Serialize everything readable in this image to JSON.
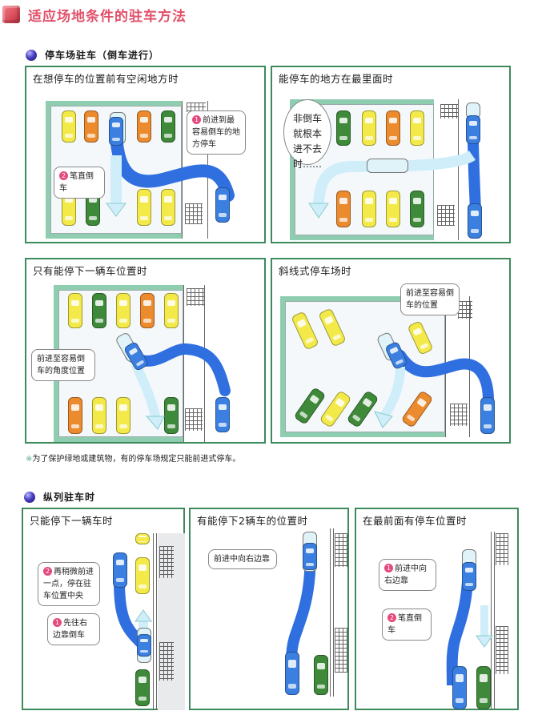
{
  "page": {
    "title": "适应场地条件的驻车方法",
    "title_color": "#e0506a",
    "icon": "cube-icon"
  },
  "sections": [
    {
      "title": "停车场驻车（倒车进行）",
      "icon": "ball-icon",
      "panels": [
        {
          "title": "在想停车的位置前有空闲地方时",
          "callouts": [
            {
              "num": "1",
              "text": "前进到最容易倒车的地方停车"
            },
            {
              "num": "2",
              "text": "笔直倒车"
            }
          ]
        },
        {
          "title": "能停车的地方在最里面时",
          "callouts": [
            {
              "num": "",
              "text": "非倒车就根本进不去时……"
            }
          ]
        },
        {
          "title": "只有能停下一辆车位置时",
          "callouts": [
            {
              "num": "",
              "text": "前进至容易倒车的角度位置"
            }
          ]
        },
        {
          "title": "斜线式停车场时",
          "callouts": [
            {
              "num": "",
              "text": "前进至容易倒车的位置"
            }
          ]
        }
      ],
      "note": {
        "mark": "※",
        "text": "为了保护绿地或建筑物，有的停车场规定只能前进式停车。"
      }
    },
    {
      "title": "纵列驻车时",
      "icon": "ball-icon",
      "panels": [
        {
          "title": "只能停下一辆车时",
          "callouts": [
            {
              "num": "2",
              "text": "再稍微前进一点，停在驻车位置中央"
            },
            {
              "num": "1",
              "text": "先往右边靠倒车"
            }
          ]
        },
        {
          "title": "有能停下2辆车的位置时",
          "callouts": [
            {
              "num": "",
              "text": "前进中向右边靠"
            }
          ]
        },
        {
          "title": "在最前面有停车位置时",
          "callouts": [
            {
              "num": "1",
              "text": "前进中向右边靠"
            },
            {
              "num": "2",
              "text": "笔直倒车"
            }
          ]
        }
      ]
    }
  ],
  "colors": {
    "panel_border": "#3d8a5c",
    "path_blue": "#2f6fe0",
    "ghost_arrow": "#cfeefa",
    "badge_pink": "#e64a7b",
    "lot_green": "#8fcdb0"
  }
}
